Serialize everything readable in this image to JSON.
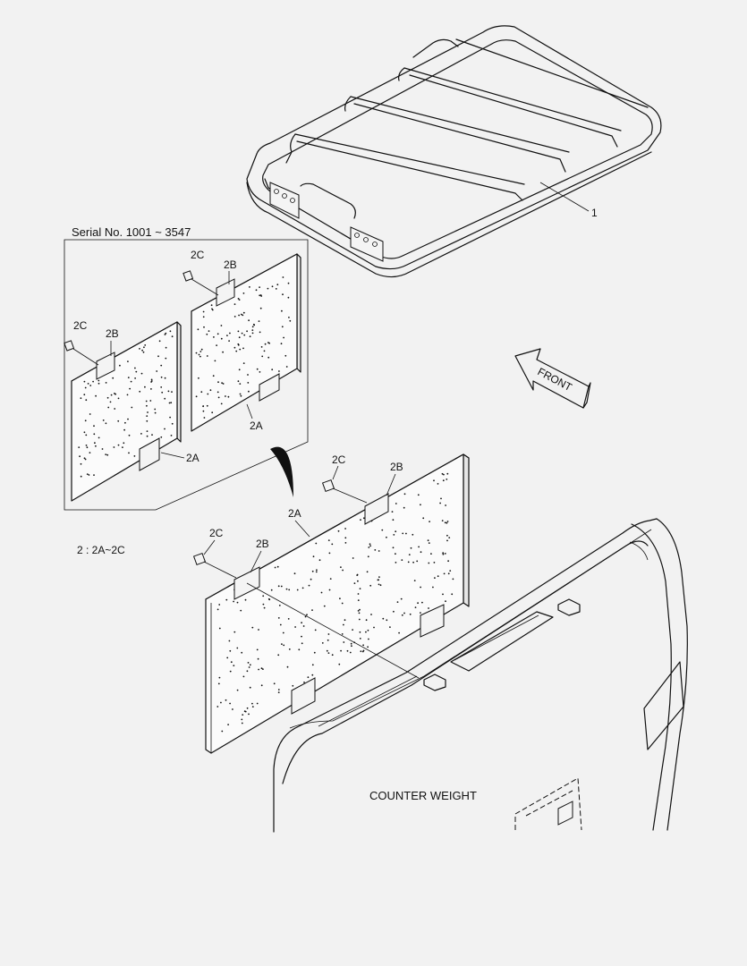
{
  "callouts": {
    "part_1": "1",
    "inset_2c_right": "2C",
    "inset_2b_right": "2B",
    "inset_2c_left": "2C",
    "inset_2b_left": "2B",
    "inset_2a_right": "2A",
    "inset_2a_left": "2A",
    "main_2c_upper": "2C",
    "main_2b_upper": "2B",
    "main_2a": "2A",
    "main_2c_lower": "2C",
    "main_2b_lower": "2B"
  },
  "labels": {
    "serial": "Serial No. 1001 ~ 3547",
    "set_note": "2 : 2A~2C",
    "counter_weight": "COUNTER WEIGHT",
    "front": "FRONT"
  }
}
